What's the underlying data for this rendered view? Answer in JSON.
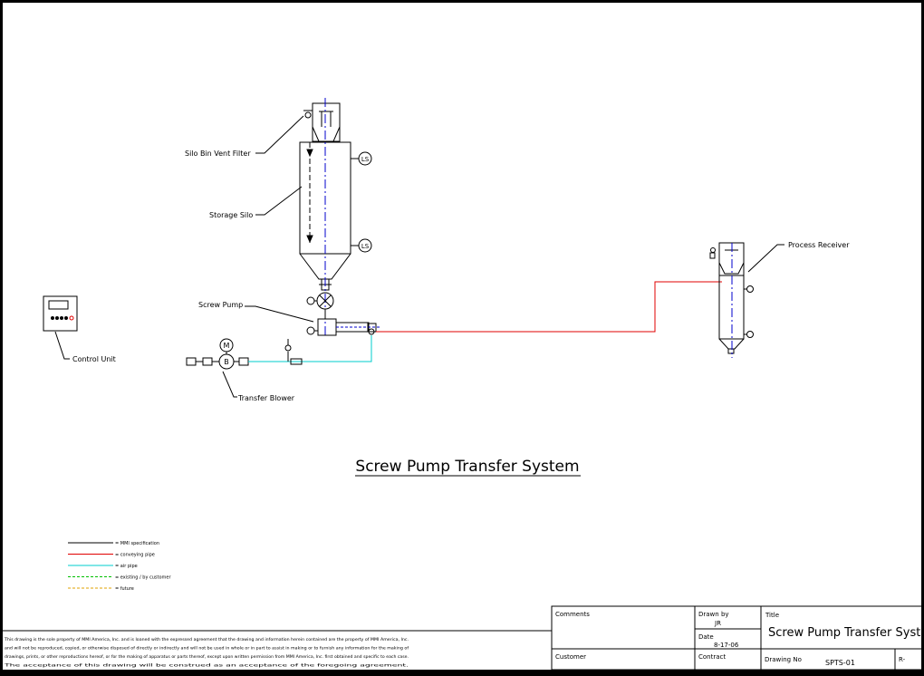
{
  "drawing": {
    "title": "Screw Pump Transfer System"
  },
  "labels": {
    "silo_bin_vent_filter": "Silo Bin Vent Filter",
    "storage_silo": "Storage Silo",
    "screw_pump": "Screw Pump",
    "control_unit": "Control Unit",
    "transfer_blower": "Transfer  Blower",
    "process_receiver": "Process Receiver"
  },
  "instruments": {
    "level_switch": "LS",
    "motor": "M",
    "blower": "B"
  },
  "legend": [
    {
      "text": "= MMI specification",
      "color": "#000000",
      "style": "solid"
    },
    {
      "text": "= conveying pipe",
      "color": "#e00000",
      "style": "solid"
    },
    {
      "text": "= air pipe",
      "color": "#00cccc",
      "style": "solid"
    },
    {
      "text": "= existing / by customer",
      "color": "#00c000",
      "style": "dashed"
    },
    {
      "text": "= future",
      "color": "#e0a000",
      "style": "dashed"
    }
  ],
  "disclaimer": [
    "This drawing is the sole property of MMI America, Inc. and is loaned with the expressed agreement that the drawing and information herein contained are the property of MMI America, Inc.",
    "and will not be reproduced, copied, or otherwise disposed of directly or indirectly and will not be used in whole or in part to assist in making or to furnish any information for the making of",
    "drawings, prints, or other reproductions hereof, or for the making of apparatus or parts thereof, except upon written permission from MMI America, Inc. first obtained and specific to each case.",
    "The acceptance of this drawing will be construed as an acceptance of the foregoing agreement."
  ],
  "title_block": {
    "comments_label": "Comments",
    "customer_label": "Customer",
    "drawn_by_label": "Drawn by",
    "drawn_by_value": "JR",
    "date_label": "Date",
    "date_value": "8-17-06",
    "contract_label": "Contract",
    "title_label": "Title",
    "title_value": "Screw Pump Transfer System",
    "drawing_no_label": "Drawing No",
    "drawing_no_value": "SPTS-01",
    "revision_value": "R-"
  }
}
